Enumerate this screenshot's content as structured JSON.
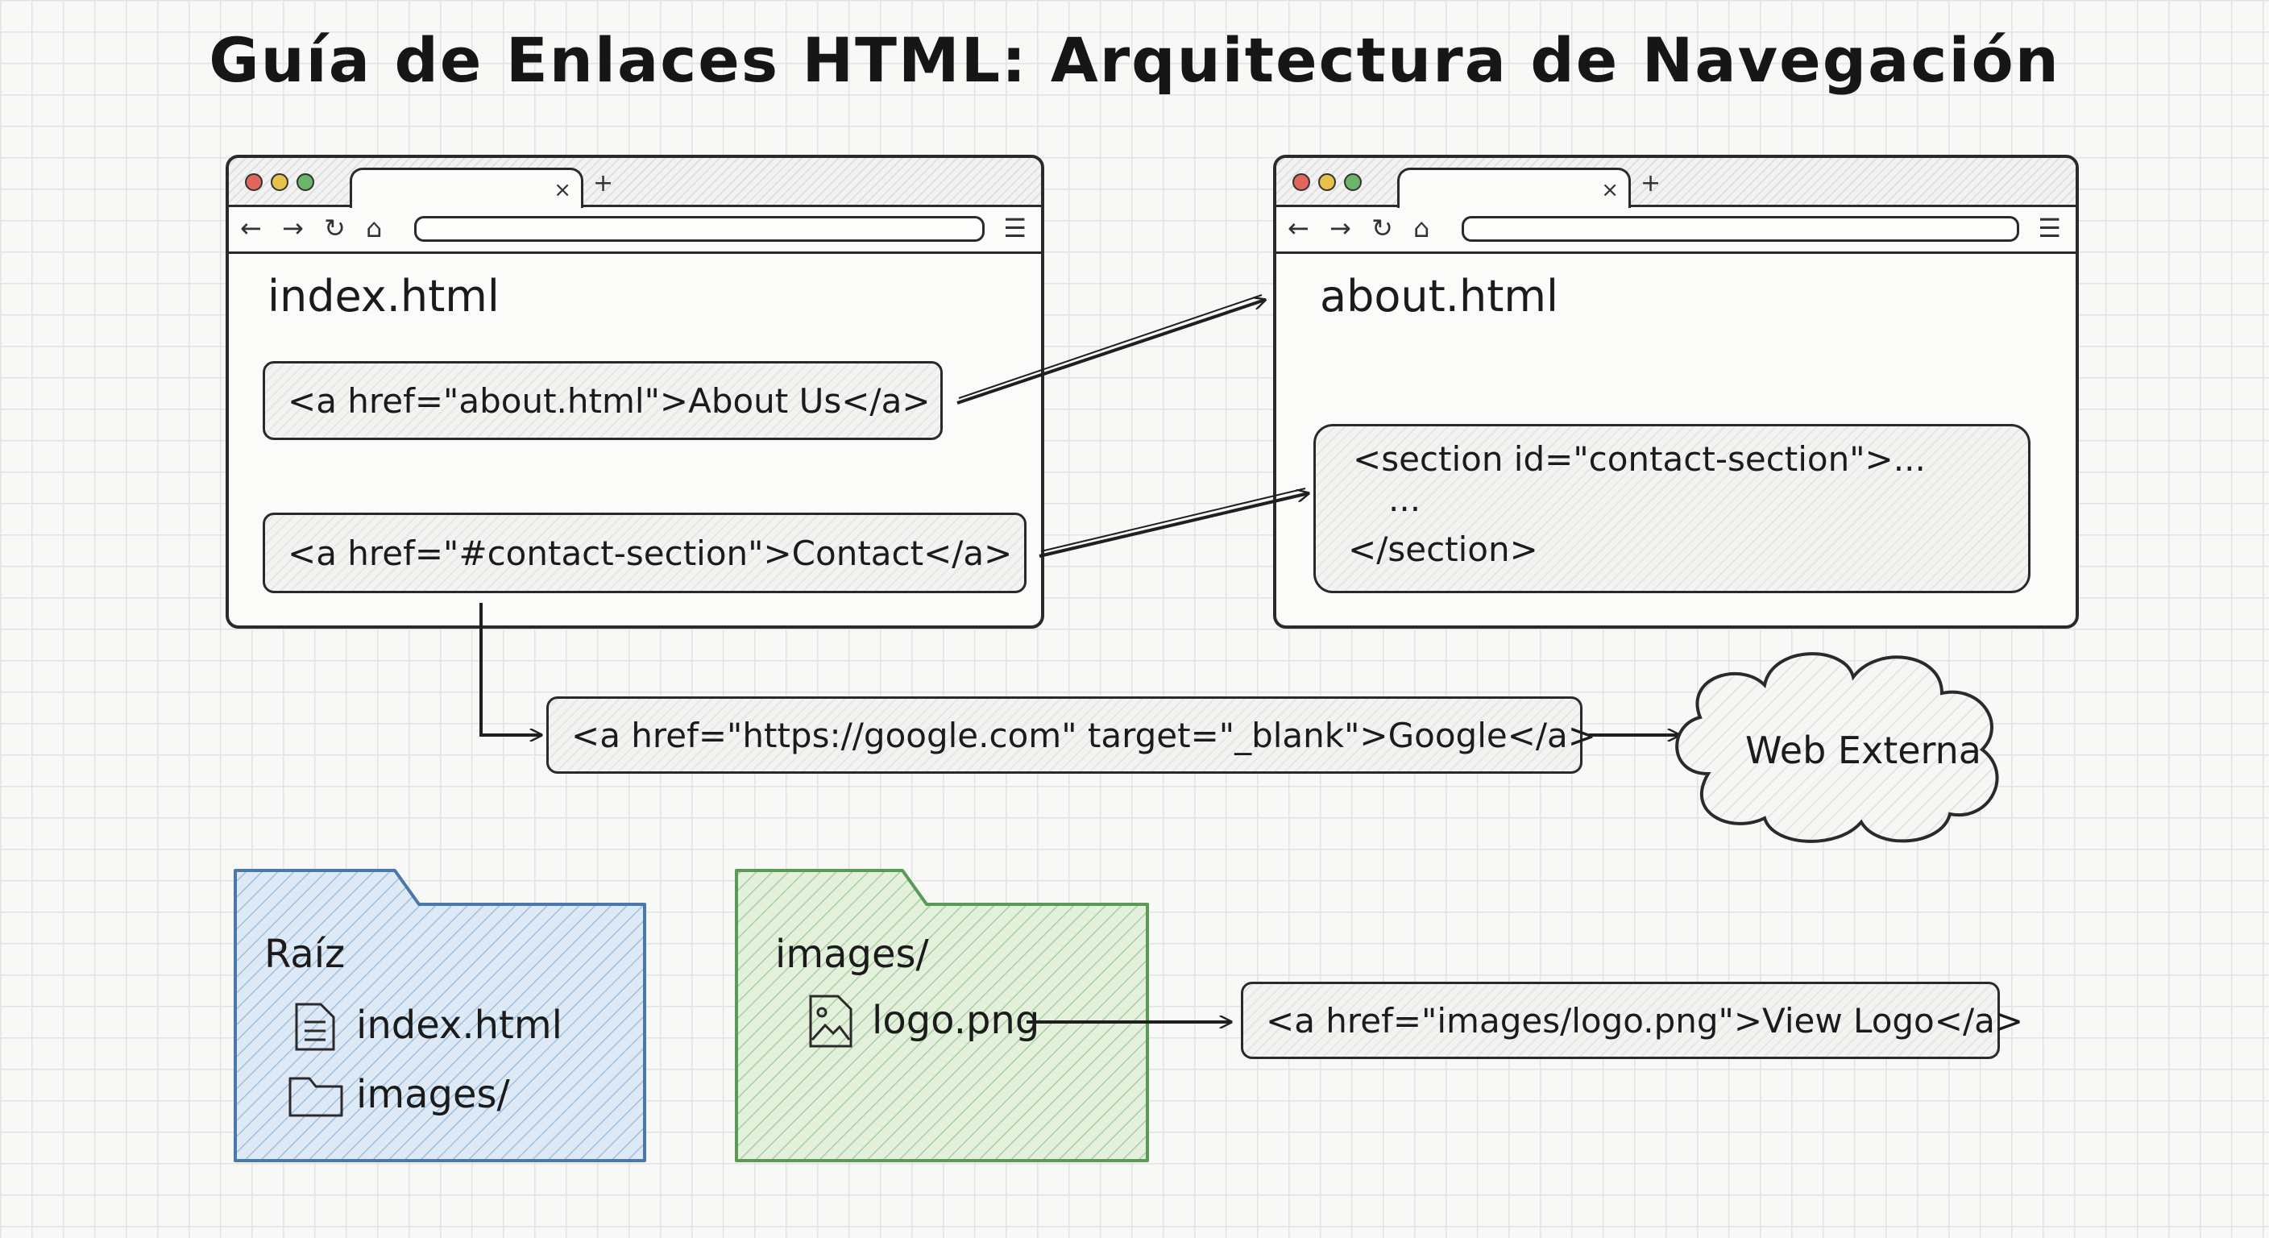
{
  "title": "Guía de Enlaces HTML: Arquitectura de Navegación",
  "browser_left": {
    "page_name": "index.html",
    "link_about": "<a href=\"about.html\">About Us</a>",
    "link_contact": "<a href=\"#contact-section\">Contact</a>"
  },
  "browser_right": {
    "page_name": "about.html",
    "section_lines": [
      "<section id=\"contact-section\">...",
      "...",
      "</section>"
    ]
  },
  "external_link": "<a href=\"https://google.com\" target=\"_blank\">Google</a>",
  "cloud_label": "Web Externa",
  "folder_root": {
    "label": "Raíz",
    "items": [
      "index.html",
      "images/"
    ]
  },
  "folder_images": {
    "label": "images/",
    "items": [
      "logo.png"
    ]
  },
  "image_link": "<a href=\"images/logo.png\">View Logo</a>",
  "browser_chrome": {
    "tab_close": "×",
    "tab_new": "+",
    "nav_back": "←",
    "nav_forward": "→",
    "nav_reload": "↻",
    "nav_home": "⌂",
    "menu": "☰"
  },
  "colors": {
    "dot_red": "#e0665e",
    "dot_yellow": "#e7c24a",
    "dot_green": "#6cb46a",
    "folder_root_fill": "#dde9f5",
    "folder_root_stroke": "#4a78aa",
    "folder_images_fill": "#e2f0dc",
    "folder_images_stroke": "#5a9a56"
  }
}
